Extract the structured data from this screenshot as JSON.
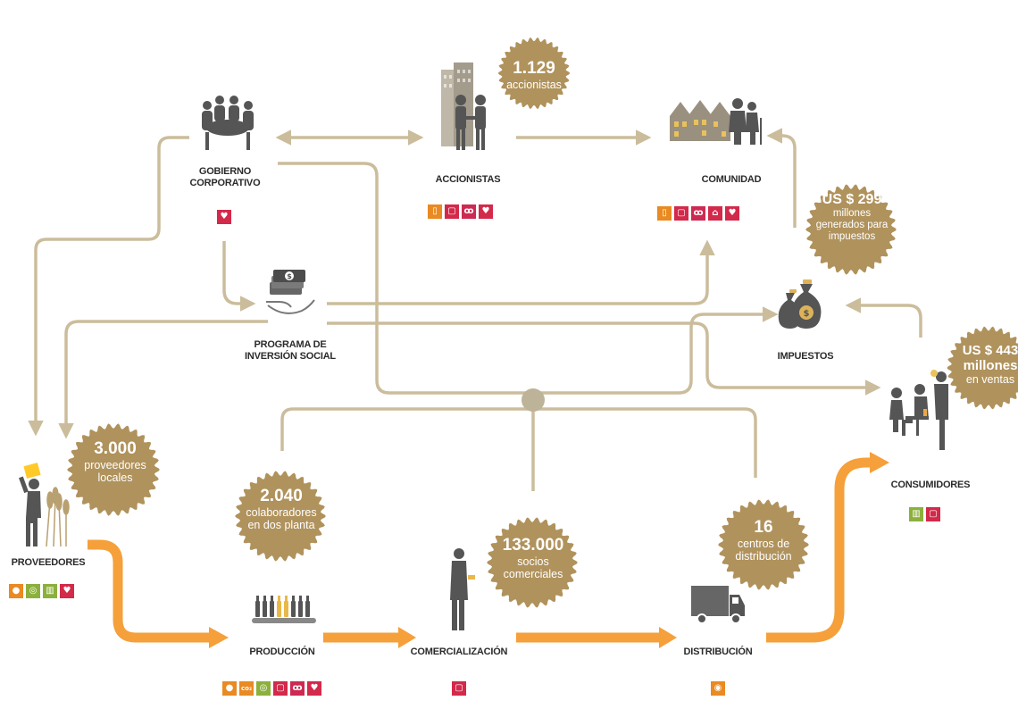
{
  "colors": {
    "connector": "#cbbd9c",
    "badge": "#b0925c",
    "flow": "#f5a03a",
    "icon_dark": "#555555",
    "sdg_orange": "#e98a22",
    "sdg_red": "#d3294a",
    "sdg_green": "#8cb03c"
  },
  "nodes": {
    "gobierno": {
      "line1": "GOBIERNO",
      "line2": "CORPORATIVO",
      "icon": "boardroom-icon"
    },
    "accionistas": {
      "label": "ACCIONISTAS",
      "icon": "handshake-icon"
    },
    "comunidad": {
      "label": "COMUNIDAD",
      "icon": "houses-icon"
    },
    "programa": {
      "line1": "PROGRAMA DE",
      "line2": "INVERSIÓN SOCIAL",
      "icon": "money-hand-icon"
    },
    "impuestos": {
      "label": "IMPUESTOS",
      "icon": "money-bags-icon"
    },
    "consumidores": {
      "label": "CONSUMIDORES",
      "icon": "people-table-icon"
    },
    "proveedores": {
      "label": "PROVEEDORES",
      "icon": "farmer-icon"
    },
    "produccion": {
      "label": "PRODUCCIÓN",
      "icon": "bottles-icon"
    },
    "comercializacion": {
      "label": "COMERCIALIZACIÓN",
      "icon": "salesman-icon"
    },
    "distribucion": {
      "label": "DISTRIBUCIÓN",
      "icon": "truck-icon"
    }
  },
  "badges": {
    "accionistas": {
      "big": "1.129",
      "small1": "accionistas"
    },
    "impuestos": {
      "big": "US $ 299",
      "small1": "millones",
      "small2": "generados para",
      "small3": "impuestos"
    },
    "ventas": {
      "big1": "US $ 443",
      "big2": "millones",
      "small1": "en ventas"
    },
    "proveedores": {
      "big": "3.000",
      "small1": "proveedores",
      "small2": "locales"
    },
    "colaboradores": {
      "big": "2.040",
      "small1": "colaboradores",
      "small2": "en dos planta"
    },
    "socios": {
      "big": "133.000",
      "small1": "socios",
      "small2": "comerciales"
    },
    "centros": {
      "big": "16",
      "small1": "centros de",
      "small2": "distribución"
    }
  },
  "sdg_icons": {
    "gobierno": [
      {
        "color": "red",
        "icon": "heart-icon",
        "glyph": "♥"
      }
    ],
    "accionistas": [
      {
        "color": "orange",
        "icon": "book-icon",
        "glyph": "▯"
      },
      {
        "color": "red",
        "icon": "cup-icon",
        "glyph": "▢"
      },
      {
        "color": "pink",
        "icon": "ribbon-icon",
        "glyph": "ꝏ"
      },
      {
        "color": "red",
        "icon": "heart-icon",
        "glyph": "♥"
      }
    ],
    "comunidad": [
      {
        "color": "orange",
        "icon": "book-icon",
        "glyph": "▯"
      },
      {
        "color": "red",
        "icon": "cup-icon",
        "glyph": "▢"
      },
      {
        "color": "pink",
        "icon": "ribbon-icon",
        "glyph": "ꝏ"
      },
      {
        "color": "red",
        "icon": "house-icon",
        "glyph": "⌂"
      },
      {
        "color": "red",
        "icon": "heart-icon",
        "glyph": "♥"
      }
    ],
    "consumidores": [
      {
        "color": "green",
        "icon": "recycle-bin-icon",
        "glyph": "▥"
      },
      {
        "color": "red",
        "icon": "cup-icon",
        "glyph": "▢"
      }
    ],
    "proveedores": [
      {
        "color": "orange",
        "icon": "drop-icon",
        "glyph": "●"
      },
      {
        "color": "green",
        "icon": "spiral-icon",
        "glyph": "◎"
      },
      {
        "color": "green",
        "icon": "recycle-bin-icon",
        "glyph": "▥"
      },
      {
        "color": "red",
        "icon": "heart-icon",
        "glyph": "♥"
      }
    ],
    "produccion": [
      {
        "color": "orange",
        "icon": "drop-icon",
        "glyph": "●"
      },
      {
        "color": "orange",
        "icon": "co2-icon",
        "glyph": "co₂"
      },
      {
        "color": "green",
        "icon": "spiral-icon",
        "glyph": "◎"
      },
      {
        "color": "red",
        "icon": "cup-icon",
        "glyph": "▢"
      },
      {
        "color": "pink",
        "icon": "ribbon-icon",
        "glyph": "ꝏ"
      },
      {
        "color": "red",
        "icon": "heart-icon",
        "glyph": "♥"
      }
    ],
    "comercializacion": [
      {
        "color": "red",
        "icon": "cup-icon",
        "glyph": "▢"
      }
    ],
    "distribucion": [
      {
        "color": "orange",
        "icon": "coins-icon",
        "glyph": "◉"
      }
    ]
  }
}
